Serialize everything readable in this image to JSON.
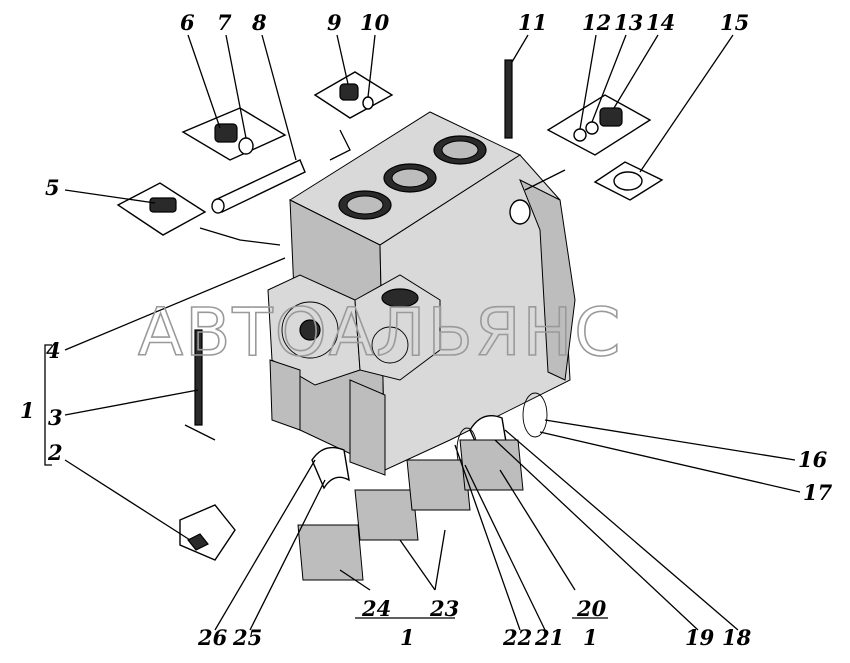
{
  "watermark": "АВТОАЛЬЯНС",
  "callouts": {
    "n1a": "1",
    "n2": "2",
    "n3": "3",
    "n4": "4",
    "n5": "5",
    "n6": "6",
    "n7": "7",
    "n8": "8",
    "n9": "9",
    "n10": "10",
    "n11": "11",
    "n12": "12",
    "n13": "13",
    "n14": "14",
    "n15": "15",
    "n16": "16",
    "n17": "17",
    "n18": "18",
    "n19": "19",
    "n20": "20",
    "n21": "21",
    "n22": "22",
    "n23": "23",
    "n24": "24",
    "n25": "25",
    "n26": "26",
    "n1b": "1",
    "n1c": "1"
  }
}
